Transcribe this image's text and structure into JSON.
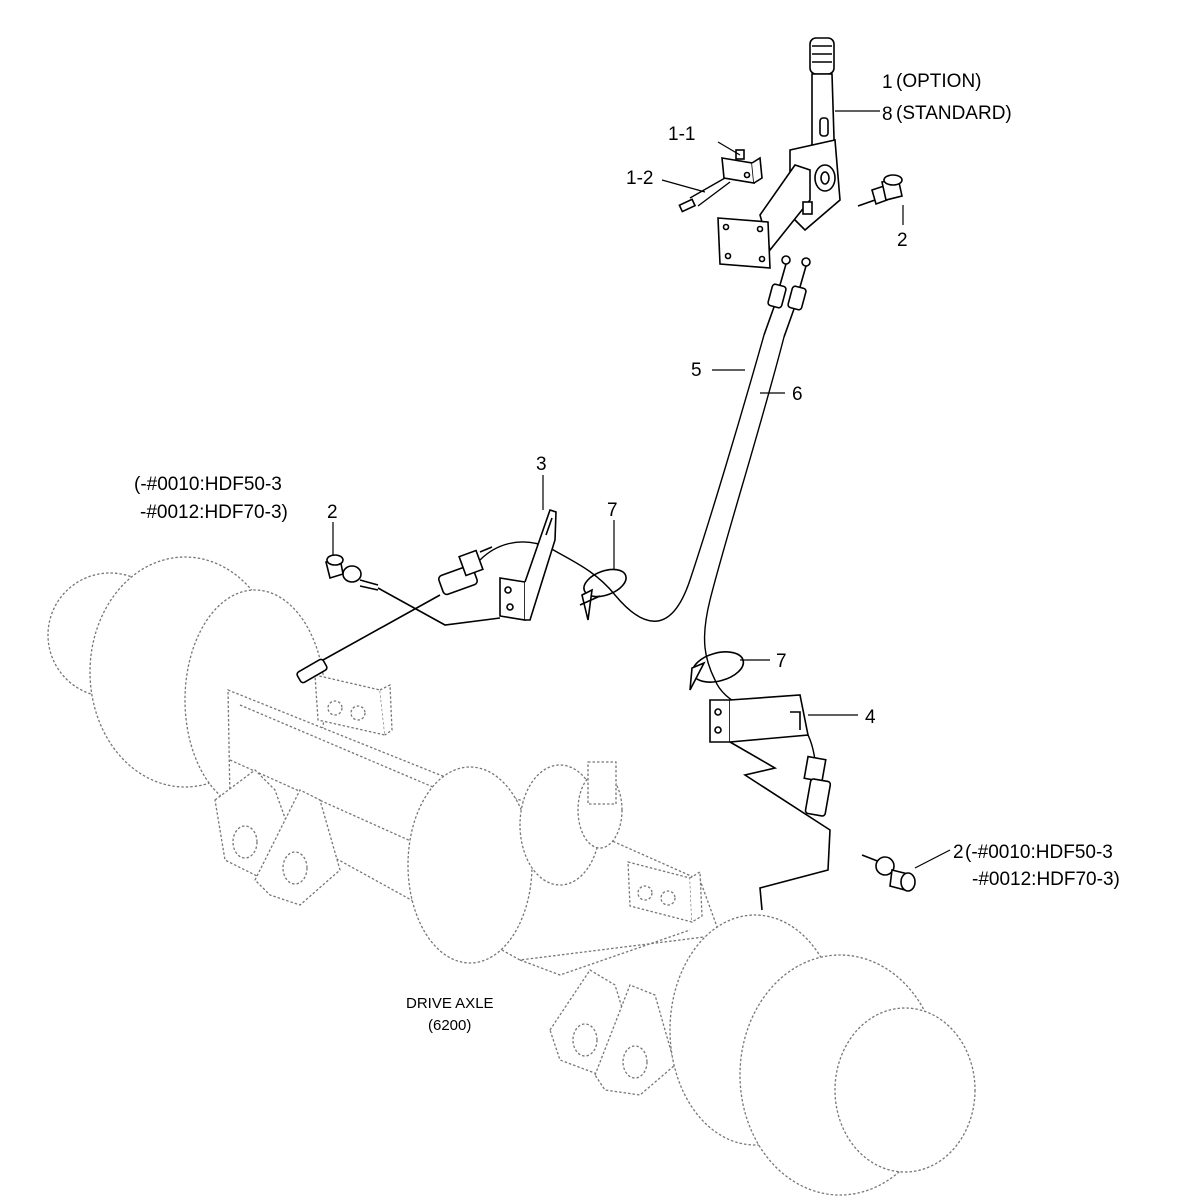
{
  "callouts": {
    "c1": "1",
    "c1_option": "(OPTION)",
    "c8": "8",
    "c8_standard": "(STANDARD)",
    "c1_1": "1-1",
    "c1_2": "1-2",
    "c2_top": "2",
    "c5": "5",
    "c6": "6",
    "c3": "3",
    "c7_left": "7",
    "c7_right": "7",
    "c4": "4",
    "c2_left_line1": "(-#0010:HDF50-3",
    "c2_left_line2": "-#0012:HDF70-3)",
    "c2_left_num": "2",
    "c2_right_num": "2",
    "c2_right_line1": "(-#0010:HDF50-3",
    "c2_right_line2": "-#0012:HDF70-3)"
  },
  "axle_label": {
    "line1": "DRIVE AXLE",
    "line2": "(6200)"
  }
}
